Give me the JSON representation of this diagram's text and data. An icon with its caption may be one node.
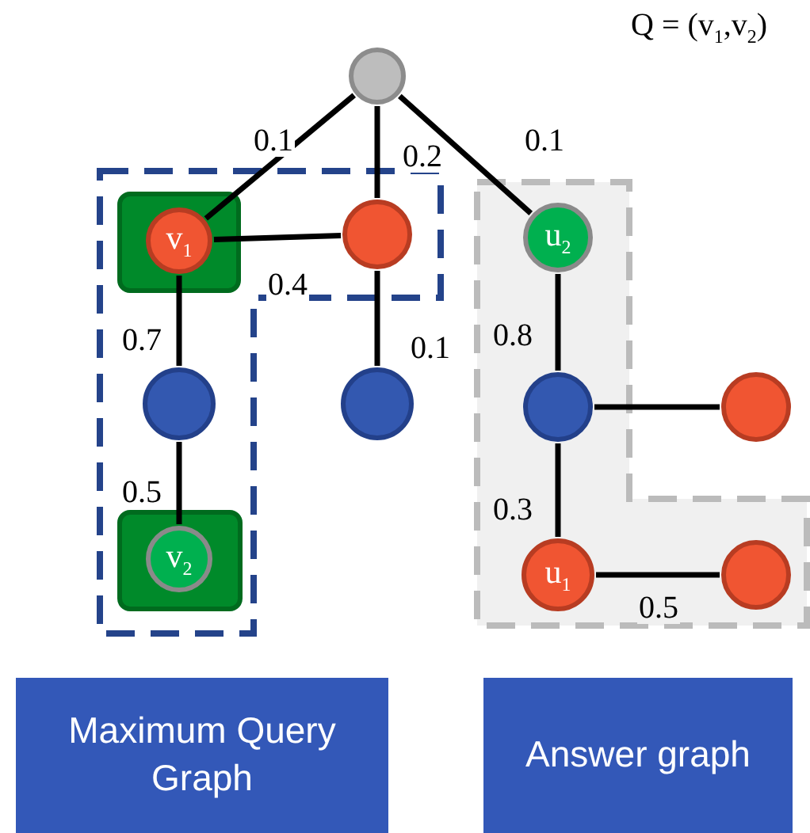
{
  "diagram": {
    "nodes": [
      {
        "text": [],
        "shape": "circle"
      },
      {
        "text": [],
        "shape": "box"
      },
      {
        "text": [
          "v$_{1}$"
        ],
        "in": 1
      },
      {
        "text": [],
        "shape": "circle"
      },
      {
        "text": [
          "u$_{2}$"
        ]
      },
      {
        "text": [],
        "shape": "circle"
      },
      {
        "text": [],
        "shape": "circle"
      },
      {
        "text": [],
        "shape": "circle"
      },
      {
        "text": [],
        "shape": "circle"
      },
      {
        "text": [],
        "shape": "box"
      },
      {
        "text": [
          "v$_{2}$"
        ],
        "in": 9
      },
      {
        "text": [
          "u$_{1}$"
        ]
      },
      {
        "text": [],
        "shape": "circle"
      },
      {
        "text": [
          "Maximum Query Graph"
        ]
      },
      {
        "text": [
          "Answer graph"
        ]
      }
    ],
    "edges": [
      {
        "from": 0,
        "to": 2,
        "arrow": "none",
        "label": "0.1"
      },
      {
        "from": 0,
        "to": 3,
        "arrow": "none",
        "label": "0.2"
      },
      {
        "from": 0,
        "to": 4,
        "arrow": "none",
        "label": "0.1"
      },
      {
        "from": 2,
        "to": 3,
        "arrow": "none",
        "label": "0.4"
      },
      {
        "from": 2,
        "to": 5,
        "arrow": "none",
        "label": "0.7"
      },
      {
        "from": 3,
        "to": 6,
        "arrow": "none",
        "label": "0.1"
      },
      {
        "from": 5,
        "to": 10,
        "arrow": "none",
        "label": "0.5"
      },
      {
        "from": 4,
        "to": 7,
        "arrow": "none",
        "label": "0.8"
      },
      {
        "from": 7,
        "to": 8,
        "arrow": "none"
      },
      {
        "from": 7,
        "to": 11,
        "arrow": "none",
        "label": "0.3"
      },
      {
        "from": 11,
        "to": 12,
        "arrow": "none",
        "label": "0.5"
      }
    ],
    "labels": [
      "Q = (v$_{1}$,v$_{2}$)"
    ]
  }
}
